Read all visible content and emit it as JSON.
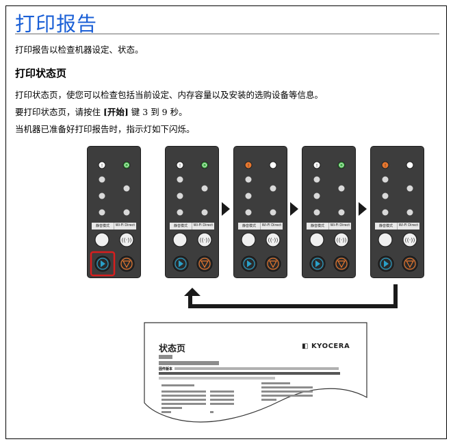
{
  "heading": "打印报告",
  "intro": "打印报告以检查机器设定、状态。",
  "section_title": "打印状态页",
  "para1": "打印状态页，使您可以检查包括当前设定、内存容量以及安装的选购设备等信息。",
  "para2": {
    "prefix": "要打印状态页，请按住 ",
    "key": "[开始]",
    "suffix": " 键 3 到 9 秒。"
  },
  "para3": "当机器已准备好打印报告时，指示灯如下闪烁。",
  "panel": {
    "button_labels": [
      "静音模式",
      "Wi-Fi Direct"
    ],
    "icons": [
      "attention-icon",
      "ready-icon",
      "data-icon",
      "sleep-icon",
      "toner-icon",
      "wifi-icon",
      "quiet-mode-icon",
      "wifi-direct-icon",
      "start-icon",
      "stop-icon"
    ],
    "states": [
      {
        "attention": "white",
        "ready": "green",
        "highlight_start": true
      },
      {
        "attention": "white",
        "ready": "green",
        "highlight_start": false
      },
      {
        "attention": "orange",
        "ready": "white",
        "highlight_start": false
      },
      {
        "attention": "white",
        "ready": "green",
        "highlight_start": false
      },
      {
        "attention": "orange",
        "ready": "white",
        "highlight_start": false
      }
    ]
  },
  "colors": {
    "heading": "#1a5fd6",
    "highlight": "#d81e1e",
    "led_green": "#45b34a",
    "led_orange": "#e8772e"
  },
  "report_sample": {
    "title": "状态页",
    "logo": "KYOCERA",
    "subtitle": "固件版本"
  }
}
